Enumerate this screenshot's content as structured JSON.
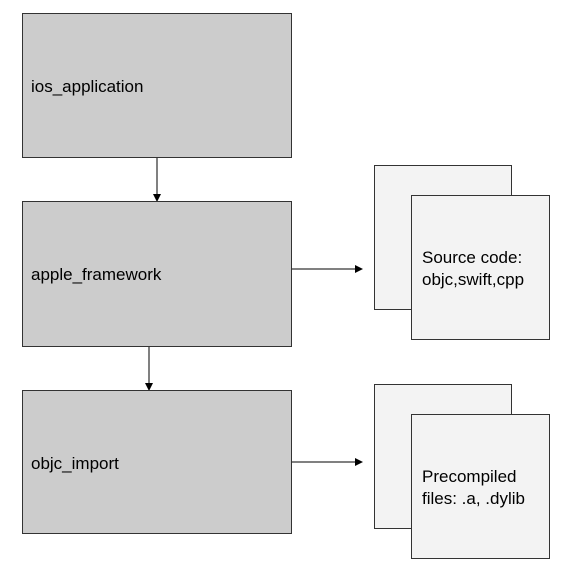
{
  "nodes": {
    "ios_application": "ios_application",
    "apple_framework": "apple_framework",
    "objc_import": "objc_import"
  },
  "documents": {
    "source_code": "Source code:\nobjc,swift,cpp",
    "precompiled": "Precompiled\nfiles: .a, .dylib"
  },
  "colors": {
    "box_fill": "#cccccc",
    "doc_fill": "#f3f3f3",
    "stroke": "#333333"
  }
}
